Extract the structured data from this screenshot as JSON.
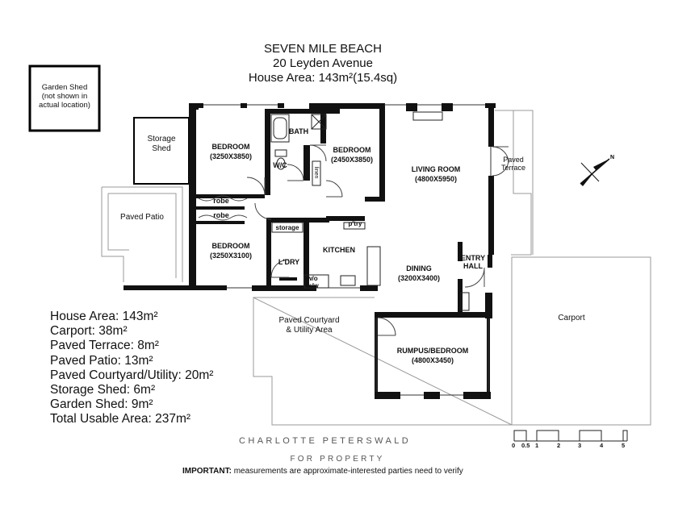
{
  "header": {
    "line1": "SEVEN MILE BEACH",
    "line2": "20 Leyden Avenue",
    "line3": "House Area: 143m²(15.4sq)"
  },
  "rooms": {
    "garden_shed": "Garden Shed\n(not shown in\nactual location)",
    "storage_shed": "Storage\nShed",
    "paved_patio": "Paved Patio",
    "bedroom1_name": "BEDROOM",
    "bedroom1_dim": "(3250X3850)",
    "wc": "W/C",
    "bath": "BATH",
    "linen": "linen",
    "bedroom2_name": "BEDROOM",
    "bedroom2_dim": "(2450X3850)",
    "living_name": "LIVING ROOM",
    "living_dim": "(4800X5950)",
    "paved_terrace": "Paved\nTerrace",
    "robe1": "robe",
    "robe2": "robe",
    "storage": "storage",
    "pantry": "p'try",
    "kitchen": "KITCHEN",
    "bedroom3_name": "BEDROOM",
    "bedroom3_dim": "(3250X3100)",
    "laundry": "L'DRY",
    "wo_mw": "w/o\nm/w",
    "dining_name": "DINING",
    "dining_dim": "(3200X3400)",
    "entry_hall": "ENTRY\nHALL",
    "carport": "Carport",
    "courtyard": "Paved Courtyard\n& Utility Area",
    "rumpus_name": "RUMPUS/BEDROOM",
    "rumpus_dim": "(4800X3450)"
  },
  "legend": [
    "House Area: 143m²",
    "Carport: 38m²",
    "Paved Terrace: 8m²",
    "Paved Patio: 13m²",
    "Paved Courtyard/Utility: 20m²",
    "Storage Shed: 6m²",
    "Garden Shed: 9m²",
    "Total Usable Area: 237m²"
  ],
  "branding": {
    "line1": "CHARLOTTE PETERSWALD",
    "line2": "FOR PROPERTY"
  },
  "notice": {
    "bold": "IMPORTANT:",
    "rest": " measurements are approximate-interested parties need to verify"
  },
  "scale_bar": {
    "labels": [
      "0",
      "0.5",
      "1",
      "2",
      "3",
      "4",
      "5"
    ]
  },
  "colors": {
    "wall": "#111111",
    "outline": "#999999"
  }
}
